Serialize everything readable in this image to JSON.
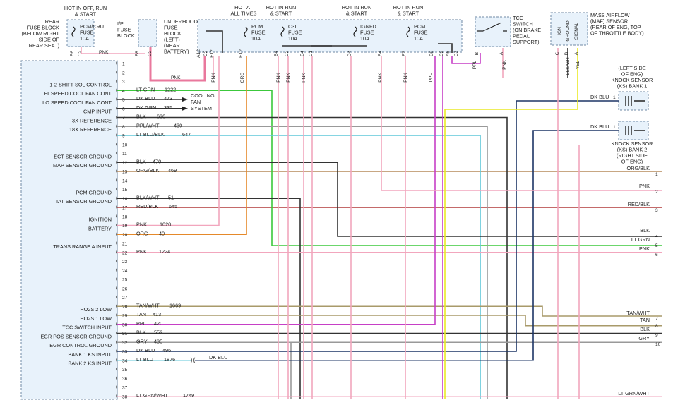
{
  "colors": {
    "pnk": "#f2a6bd",
    "pnk_heavy": "#e9789d",
    "grn": "#3cc83c",
    "org": "#e5892a",
    "blk": "#333333",
    "gry": "#999999",
    "ltblu": "#5fc7d8",
    "dkblu": "#1d3566",
    "ppl": "#c63fc6",
    "yel": "#e9e925",
    "tan": "#a89a6a",
    "brown": "#b58a5a",
    "red": "#b03838",
    "box_fill": "#e8f2fb",
    "box_stroke": "#6f8aa6"
  },
  "top": {
    "hot_off_run_start": [
      "HOT IN OFF, RUN",
      "& START"
    ],
    "rear_fuse_block": [
      "REAR",
      "FUSE BLOCK",
      "(BELOW RIGHT",
      "SIDE OF",
      "REAR SEAT)"
    ],
    "pcm_cru_fuse": [
      "PCM/CRU",
      "FUSE",
      "10A"
    ],
    "ip_fuse_block": [
      "I/P",
      "FUSE",
      "BLOCK"
    ],
    "underhood_fuse_block": [
      "UNDERHOOD",
      "FUSE",
      "BLOCK",
      "(LEFT)",
      "(NEAR",
      "BATTERY)"
    ],
    "hot_at_all_times": [
      "HOT AT",
      "ALL TIMES"
    ],
    "hot_run_start_1": [
      "HOT IN RUN",
      "& START"
    ],
    "hot_run_start_2": [
      "HOT IN RUN",
      "& START"
    ],
    "hot_run_start_3": [
      "HOT IN RUN",
      "& START"
    ],
    "pcm_fuse_1": [
      "PCM",
      "FUSE",
      "10A"
    ],
    "c3i_fuse": [
      "C3I",
      "FUSE",
      "10A"
    ],
    "ignfd_fuse": [
      "IGNFD",
      "FUSE",
      "10A"
    ],
    "pcm_fuse_2": [
      "PCM",
      "FUSE",
      "10A"
    ],
    "tcc_switch": [
      "TCC",
      "SWITCH",
      "(ON BRAKE",
      "PEDAL",
      "SUPPORT)"
    ],
    "maf_sensor": [
      "MASS AIRFLOW",
      "(MAF) SENSOR",
      "(REAR OF ENG, TOP",
      "OF THROTTLE BODY)"
    ],
    "maf_pins": [
      "IGN",
      "GROUND",
      "SIGNAL"
    ],
    "connector_labels": [
      "E6",
      "C2",
      "F8",
      "C2",
      "A12",
      "C2",
      "F12",
      "E12",
      "B4",
      "C2",
      "E4",
      "C1",
      "D4",
      "E4",
      "F7",
      "E8",
      "C2",
      "A6",
      "C3",
      "B",
      "A",
      "C",
      "B",
      "A"
    ],
    "vertical_wires": [
      "PNK",
      "PNK",
      "ORG",
      "PNK",
      "PNK",
      "PNK",
      "PNK",
      "PPL",
      "PPL",
      "PNK",
      "PNK",
      "BLK/WHT",
      "YEL"
    ]
  },
  "right": {
    "ks1": [
      "(LEFT SIDE",
      "OF ENG)",
      "KNOCK SENSOR",
      "(KS) BANK 1"
    ],
    "ks2": [
      "KNOCK SENSOR",
      "(KS) BANK 2",
      "(RIGHT SIDE",
      "OF ENG)"
    ],
    "ks_wire": "DK BLU",
    "ks_pin": "1",
    "outputs": [
      {
        "label": "ORG/BLK",
        "num": "1"
      },
      {
        "label": "PNK",
        "num": "2"
      },
      {
        "label": "RED/BLK",
        "num": "3"
      },
      {
        "label": "BLK",
        "num": "4"
      },
      {
        "label": "LT GRN",
        "num": "5"
      },
      {
        "label": "PNK",
        "num": "6"
      },
      {
        "label": "TAN/WHT",
        "num": "7"
      },
      {
        "label": "TAN",
        "num": "8"
      },
      {
        "label": "BLK",
        "num": "9"
      },
      {
        "label": "GRY",
        "num": "10"
      },
      {
        "label": "LT GRN/WHT",
        "num": ""
      }
    ]
  },
  "cooling": [
    "COOLING",
    "FAN",
    "SYSTEM"
  ],
  "dk_blu_mid": "DK BLU",
  "ecm_labels": [
    {
      "pin": 4,
      "text": "1-2 SHIFT SOL CONTROL"
    },
    {
      "pin": 5,
      "text": "HI SPEED COOL FAN CONT"
    },
    {
      "pin": 6,
      "text": "LO SPEED COOL FAN CONT"
    },
    {
      "pin": 7,
      "text": "CMP INPUT"
    },
    {
      "pin": 8,
      "text": "3X REFERENCE"
    },
    {
      "pin": 9,
      "text": "18X REFERENCE"
    },
    {
      "pin": 12,
      "text": "ECT SENSOR GROUND"
    },
    {
      "pin": 13,
      "text": "MAP SENSOR GROUND"
    },
    {
      "pin": 16,
      "text": "PCM GROUND"
    },
    {
      "pin": 17,
      "text": "IAT SENSOR GROUND"
    },
    {
      "pin": 19,
      "text": "IGNITION"
    },
    {
      "pin": 20,
      "text": "BATTERY"
    },
    {
      "pin": 22,
      "text": "TRANS RANGE A INPUT"
    },
    {
      "pin": 29,
      "text": "HO2S 2 LOW"
    },
    {
      "pin": 30,
      "text": "HO2S 1 LOW"
    },
    {
      "pin": 31,
      "text": "TCC SWITCH INPUT"
    },
    {
      "pin": 32,
      "text": "EGR POS SENSOR GROUND"
    },
    {
      "pin": 33,
      "text": "EGR CONTROL GROUND"
    },
    {
      "pin": 34,
      "text": "BANK 1 KS INPUT"
    },
    {
      "pin": 35,
      "text": "BANK 2 KS INPUT"
    }
  ],
  "pins": [
    {
      "n": "1",
      "w": "",
      "c": ""
    },
    {
      "n": "2",
      "w": "",
      "c": ""
    },
    {
      "n": "3",
      "w": "",
      "c": ""
    },
    {
      "n": "4",
      "w": "LT GRN",
      "c": "1222"
    },
    {
      "n": "5",
      "w": "DK BLU",
      "c": "473"
    },
    {
      "n": "6",
      "w": "DK GRN",
      "c": "335"
    },
    {
      "n": "7",
      "w": "BLK",
      "c": "630"
    },
    {
      "n": "8",
      "w": "PPL/WHT",
      "c": "430"
    },
    {
      "n": "9",
      "w": "LT BLU/BLK",
      "c": "647"
    },
    {
      "n": "10",
      "w": "",
      "c": ""
    },
    {
      "n": "11",
      "w": "",
      "c": ""
    },
    {
      "n": "12",
      "w": "BLK",
      "c": "470"
    },
    {
      "n": "13",
      "w": "ORG/BLK",
      "c": "469"
    },
    {
      "n": "14",
      "w": "",
      "c": ""
    },
    {
      "n": "15",
      "w": "",
      "c": ""
    },
    {
      "n": "16",
      "w": "BLK/WHT",
      "c": "51"
    },
    {
      "n": "17",
      "w": "RED/BLK",
      "c": "645"
    },
    {
      "n": "18",
      "w": "",
      "c": ""
    },
    {
      "n": "19",
      "w": "PNK",
      "c": "1020"
    },
    {
      "n": "20",
      "w": "ORG",
      "c": "40"
    },
    {
      "n": "21",
      "w": "",
      "c": ""
    },
    {
      "n": "22",
      "w": "PNK",
      "c": "1224"
    },
    {
      "n": "23",
      "w": "",
      "c": ""
    },
    {
      "n": "24",
      "w": "",
      "c": ""
    },
    {
      "n": "25",
      "w": "",
      "c": ""
    },
    {
      "n": "26",
      "w": "",
      "c": ""
    },
    {
      "n": "27",
      "w": "",
      "c": ""
    },
    {
      "n": "28",
      "w": "TAN/WHT",
      "c": "1669"
    },
    {
      "n": "29",
      "w": "TAN",
      "c": "413"
    },
    {
      "n": "30",
      "w": "PPL",
      "c": "420"
    },
    {
      "n": "31",
      "w": "BLK",
      "c": "552"
    },
    {
      "n": "32",
      "w": "GRY",
      "c": "435"
    },
    {
      "n": "33",
      "w": "DK BLU",
      "c": "496"
    },
    {
      "n": "34",
      "w": "LT BLU",
      "c": "1876"
    },
    {
      "n": "35",
      "w": "",
      "c": ""
    },
    {
      "n": "36",
      "w": "",
      "c": ""
    },
    {
      "n": "37",
      "w": "",
      "c": ""
    },
    {
      "n": "38",
      "w": "LT GRN/WHT",
      "c": "1749"
    }
  ]
}
